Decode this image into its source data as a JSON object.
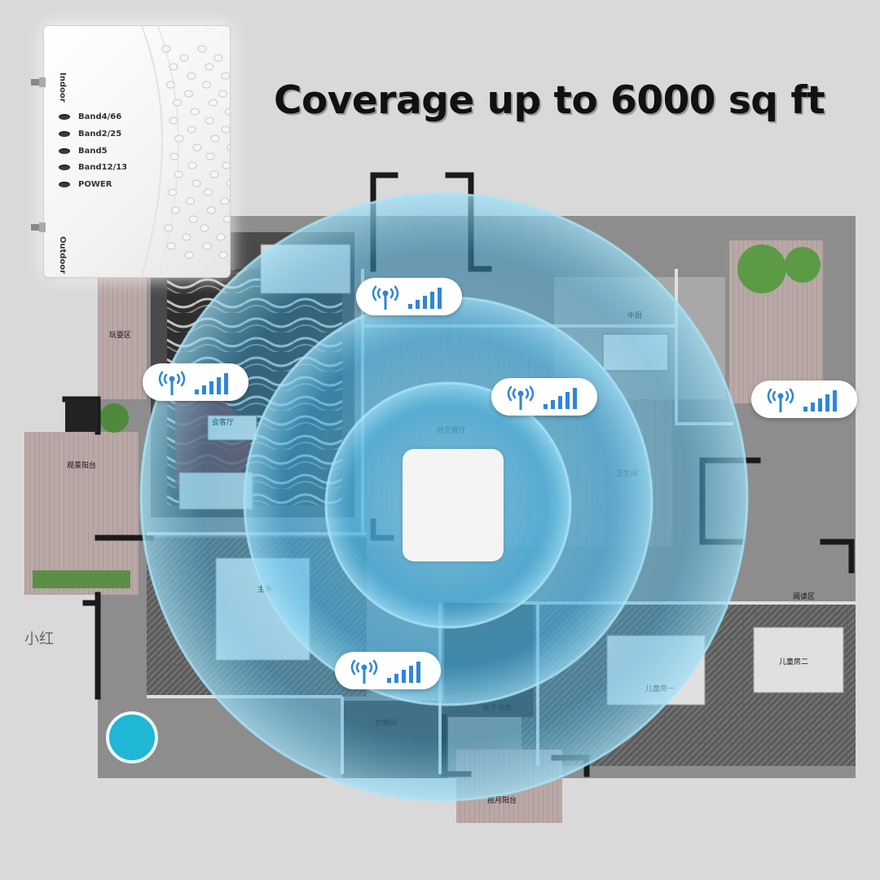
{
  "headline": "Coverage up to 6000 sq ft",
  "device": {
    "ports": {
      "indoor": "Indoor",
      "outdoor": "Outdoor"
    },
    "leds": [
      {
        "label": "Band4/66"
      },
      {
        "label": "Band2/25"
      },
      {
        "label": "Band5"
      },
      {
        "label": "Band12/13"
      },
      {
        "label": "POWER"
      }
    ]
  },
  "signal_badges": [
    {
      "icon": "antenna-icon",
      "bars": 5
    },
    {
      "icon": "antenna-icon",
      "bars": 5
    },
    {
      "icon": "antenna-icon",
      "bars": 5
    },
    {
      "icon": "antenna-icon",
      "bars": 5
    },
    {
      "icon": "antenna-icon",
      "bars": 5
    }
  ],
  "room_labels": [
    "会客厅",
    "社交餐厅",
    "中厨",
    "主卧",
    "卫生间",
    "阅读区",
    "儿童房一",
    "儿童房二",
    "亲子书房",
    "观景阳台",
    "揽月阳台",
    "衣帽间",
    "玩耍区",
    "小红"
  ],
  "colors": {
    "wave": "#4bb6e6",
    "wave_rim": "#7fd0f2",
    "signal_blue": "#2f86d8",
    "floor": "#8c8c8c",
    "wall": "#1a1a1a"
  }
}
